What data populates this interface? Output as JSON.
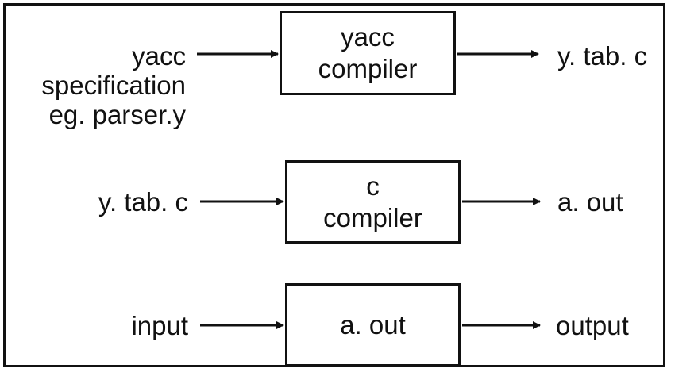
{
  "stages": [
    {
      "input_lines": [
        "yacc",
        "specification",
        "eg. parser.y"
      ],
      "box_lines": [
        "yacc",
        "compiler"
      ],
      "output": "y. tab. c"
    },
    {
      "input_lines": [
        "y. tab. c"
      ],
      "box_lines": [
        "c",
        "compiler"
      ],
      "output": "a. out"
    },
    {
      "input_lines": [
        "input"
      ],
      "box_lines": [
        "a. out"
      ],
      "output": "output"
    }
  ]
}
